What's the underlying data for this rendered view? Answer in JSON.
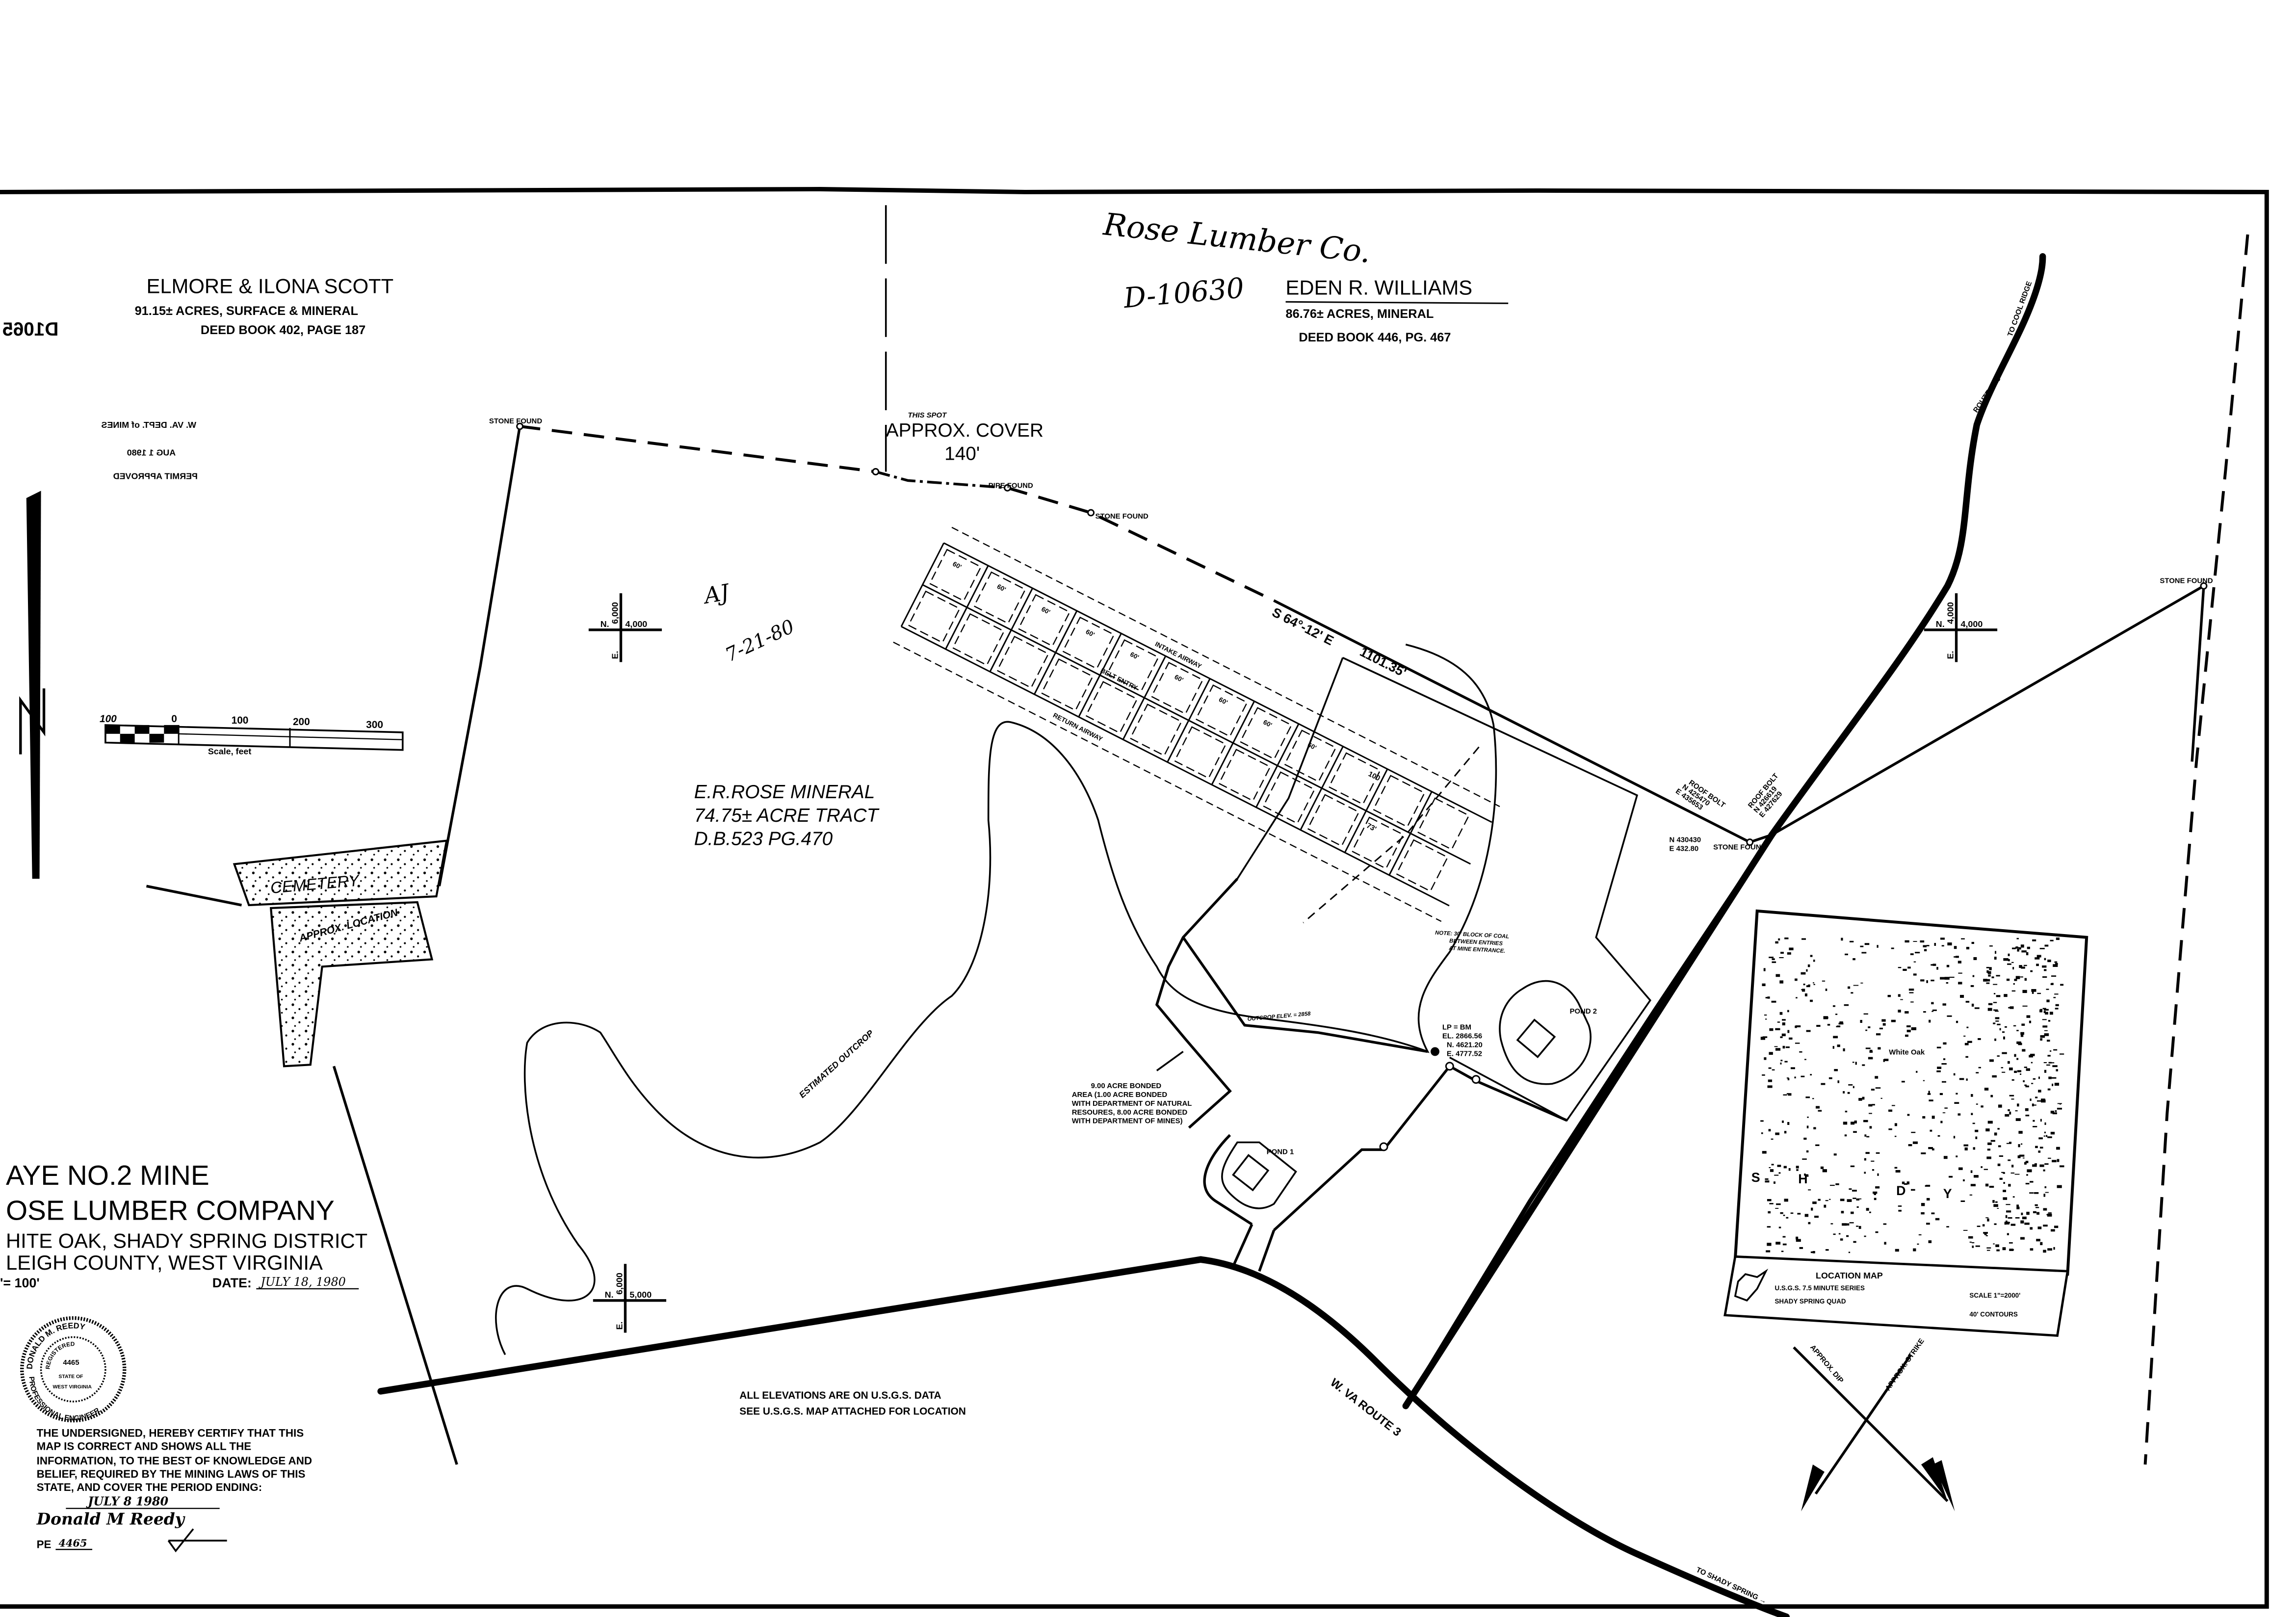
{
  "owners": {
    "scott": {
      "name": "ELMORE & ILONA SCOTT",
      "acres": "91.15± ACRES, SURFACE & MINERAL",
      "deed": "DEED BOOK 402, PAGE 187"
    },
    "williams": {
      "name": "EDEN R. WILLIAMS",
      "acres": "86.76± ACRES, MINERAL",
      "deed": "DEED BOOK 446, PG. 467"
    },
    "rose": {
      "name": "E.R.ROSE MINERAL",
      "acres": "74.75± ACRE TRACT",
      "deed": "D.B.523   PG.470"
    }
  },
  "handwritten": {
    "company": "Rose Lumber Co.",
    "file_no": "D-10630",
    "initials": "AJ",
    "initials_date": "7-21-80"
  },
  "file_stamp": "D1065",
  "permit_stamp": [
    "W. VA. DEPT. of MINES",
    "AUG 1 1980",
    "PERMIT APPROVED"
  ],
  "cover_note": {
    "small": "THIS SPOT",
    "label": "APPROX. COVER",
    "value": "140'"
  },
  "survey_points": {
    "stone_found": "STONE FOUND",
    "pipe_found": "PIPE FOUND",
    "bearing": "S 64°-12' E",
    "distance": "1101.35'",
    "roof_bolt_1": [
      "ROOF BOLT",
      "N 425470",
      "E 435653"
    ],
    "roof_bolt_2": [
      "ROOF BOLT",
      "N 426619",
      "E 427629"
    ],
    "corner_coords": [
      "N 430430",
      "E 432.80"
    ],
    "benchmark": [
      "LP = BM",
      "EL. 2866.56",
      "N. 4621.20",
      "E. 4777.52"
    ]
  },
  "grid_ticks": [
    {
      "n": "N.",
      "n_value": "4,000",
      "e": "E.",
      "e_value": "6,000"
    },
    {
      "n": "N.",
      "n_value": "5,000",
      "e": "E.",
      "e_value": "6,000"
    },
    {
      "n": "N.",
      "n_value": "4,000",
      "e": "E.",
      "e_value": "4,000"
    }
  ],
  "mine_workings": {
    "intake": "INTAKE AIRWAY",
    "belt": "BELT ENTRY",
    "return": "RETURN AIRWAY",
    "pillar_dim": "60'",
    "dim_100": "100",
    "dim_73": "73'",
    "note": [
      "NOTE: 30' BLOCK OF COAL",
      "BETWEEN ENTRIES",
      "AT MINE ENTRANCE."
    ]
  },
  "areas": {
    "cemetery": "CEMETERY",
    "approx_location": "APPROX. LOCATION",
    "pond1": "POND 1",
    "pond2": "POND 2",
    "outcrop": "ESTIMATED OUTCROP",
    "outcrop_elev": "OUTCROP ELEV. = 2858",
    "bonded": [
      "9.00 ACRE BONDED",
      "AREA (1.00 ACRE BONDED",
      "WITH DEPARTMENT OF NATURAL",
      "RESOURES, 8.00 ACRE BONDED",
      "WITH DEPARTMENT OF MINES)"
    ]
  },
  "roads": {
    "route3": "W. VA ROUTE 3",
    "route323": "ROUTE 3/23",
    "cool_ridge": "TO COOL RIDGE",
    "shady_spring": "TO SHADY SPRING →"
  },
  "elevation_note": [
    "ALL ELEVATIONS ARE ON U.S.G.S. DATA",
    "SEE U.S.G.S. MAP ATTACHED   FOR LOCATION"
  ],
  "scale_bar": {
    "ticks": [
      "100",
      "0",
      "100",
      "200",
      "300"
    ],
    "label": "Scale, feet"
  },
  "north_arrow": "N",
  "location_map": {
    "title": "LOCATION MAP",
    "series": "U.S.G.S. 7.5 MINUTE SERIES",
    "quad": "SHADY SPRING QUAD",
    "scale": "SCALE 1\"=2000'",
    "contours": "40' CONTOURS",
    "place": "White Oak",
    "letters": [
      "S",
      "H",
      "D",
      "Y"
    ]
  },
  "dip_strike": {
    "dip": "APPROX. DIP",
    "strike": "APPROX. STRIKE"
  },
  "title_block": {
    "mine": "AYE  NO.2  MINE",
    "company": "OSE LUMBER COMPANY",
    "district": "HITE OAK, SHADY SPRING DISTRICT",
    "county": "LEIGH COUNTY, WEST VIRGINIA",
    "scale": "'= 100'",
    "date_label": "DATE:",
    "date": "JULY 18, 1980"
  },
  "seal": {
    "name": "DONALD M. REEDY",
    "registered": "REGISTERED",
    "number": "4465",
    "state": "STATE OF",
    "wv": "WEST VIRGINIA",
    "title": "PROFESSIONAL ENGINEER"
  },
  "certification": {
    "lines": [
      "THE UNDERSIGNED, HEREBY CERTIFY THAT THIS",
      "MAP IS CORRECT AND SHOWS ALL THE",
      "INFORMATION, TO THE BEST OF KNOWLEDGE AND",
      "BELIEF, REQUIRED BY THE MINING LAWS OF THIS",
      "STATE, AND COVER THE PERIOD ENDING:"
    ],
    "period_date": "JULY 8  1980",
    "signature": "Donald M Reedy",
    "pe_label": "PE",
    "pe_number": "4465"
  }
}
